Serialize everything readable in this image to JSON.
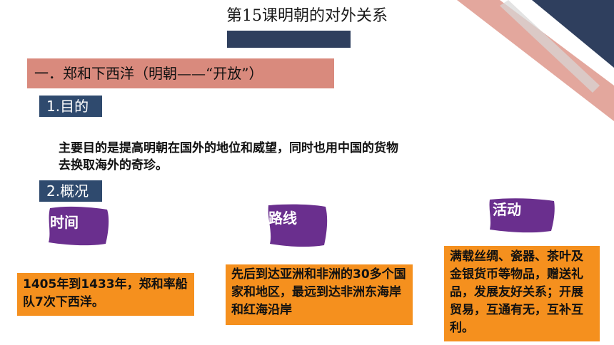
{
  "slide": {
    "title": "第15课明朝的对外关系",
    "section_header": "一．郑和下西洋（明朝——“开放”）",
    "purpose": {
      "label": "1.目的",
      "text_line1": "主要目的是提高明朝在国外的地位和威望，同时也用中国的货物",
      "text_line2": "去换取海外的奇珍。"
    },
    "overview": {
      "label": "2.概况",
      "categories": [
        {
          "label": "时间",
          "text": "1405年到1433年，郑和率船队7次下西洋。"
        },
        {
          "label": "路线",
          "text": "先后到达亚洲和非洲的30多个国家和地区，最远到达非洲东海岸和红海沿岸"
        },
        {
          "label": "活动",
          "text": "满载丝绸、瓷器、茶叶及金银货币等物品，赠送礼品，发展友好关系；开展贸易，互通有无，互补互利。"
        }
      ]
    }
  },
  "colors": {
    "navy": "#2f3f5e",
    "salmon": "#d98a7d",
    "orange": "#f5901e",
    "purple": "#6a2f8e",
    "pink": "#e8b3ab"
  }
}
